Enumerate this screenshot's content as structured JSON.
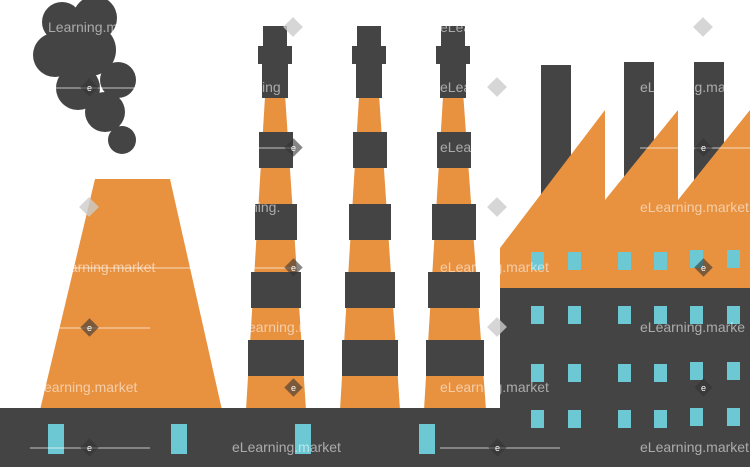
{
  "watermark": {
    "text": "eLearning.market",
    "text_partial_1": "earning.market",
    "text_partial_2": "Learning.market",
    "text_partial_3": "eLearning.marke",
    "text_partial_4": "eLearni",
    "text_partial_5": "eLearning.mark",
    "text_partial_6": "eLea",
    "text_partial_7": "ing",
    "text_partial_8": "ning.",
    "badge_letter": "e"
  },
  "colors": {
    "orange": "#E8913F",
    "dark": "#444444",
    "window": "#6CC8D3",
    "background": "#FFFFFF"
  }
}
